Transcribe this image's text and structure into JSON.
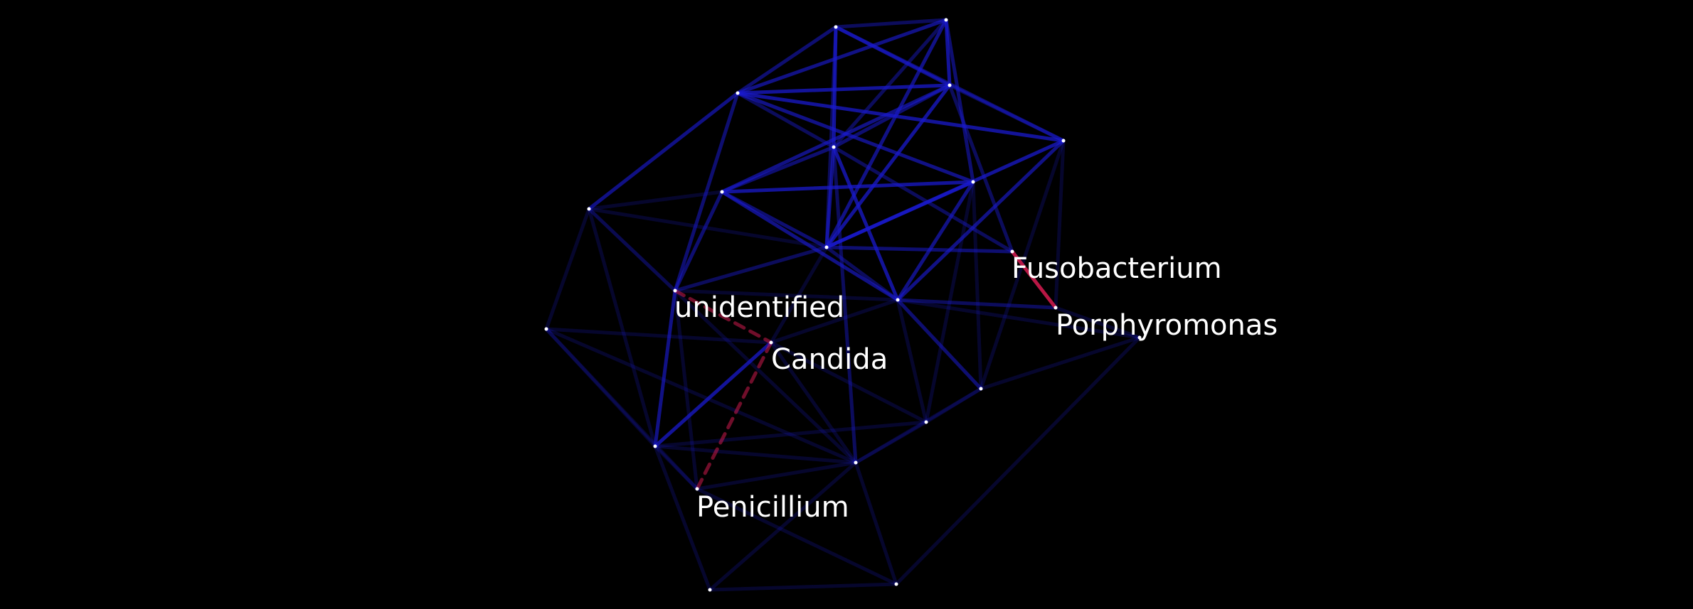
{
  "colors": {
    "background": "#000000",
    "positive_edge": "#1a1acc",
    "negative_edge": "#cc1a4d",
    "node": "#ffffff",
    "label": "#ffffff"
  },
  "network": {
    "labeled_nodes": [
      {
        "id": "fusobacterium",
        "label": "Fusobacterium"
      },
      {
        "id": "porphyromonas",
        "label": "Porphyromonas"
      },
      {
        "id": "unidentified",
        "label": "unidentified"
      },
      {
        "id": "candida",
        "label": "Candida"
      },
      {
        "id": "penicillium",
        "label": "Penicillium"
      }
    ],
    "highlighted_edges": [
      {
        "source": "fusobacterium",
        "target": "porphyromonas",
        "sign": "negative",
        "style": "solid"
      },
      {
        "source": "unidentified",
        "target": "candida",
        "sign": "negative",
        "style": "dashed"
      },
      {
        "source": "candida",
        "target": "penicillium",
        "sign": "negative",
        "style": "dashed"
      }
    ]
  }
}
